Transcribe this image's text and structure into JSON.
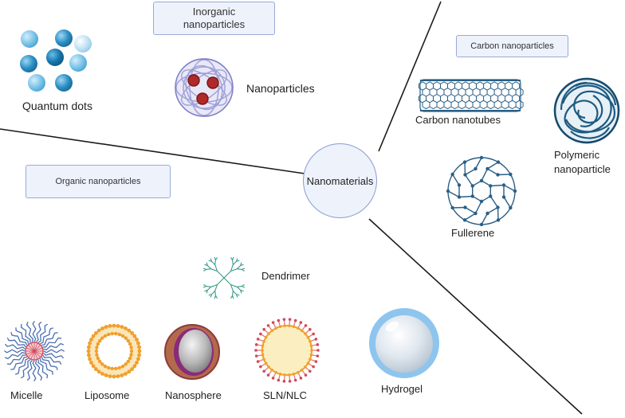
{
  "center": {
    "label": "Nanomaterials"
  },
  "categories": {
    "inorganic": "Inorganic\nnanoparticles",
    "carbon": "Carbon nanoparticles",
    "organic": "Organic nanoparticles"
  },
  "items": {
    "quantum_dots": "Quantum dots",
    "nanoparticles": "Nanoparticles",
    "carbon_nanotubes": "Carbon nanotubes",
    "polymeric_nanoparticle": "Polymeric\nnanoparticle",
    "fullerene": "Fullerene",
    "dendrimer": "Dendrimer",
    "micelle": "Micelle",
    "liposome": "Liposome",
    "nanosphere": "Nanosphere",
    "sln_nlc": "SLN/NLC",
    "hydrogel": "Hydrogel"
  },
  "colors": {
    "line": "#1a1a1a",
    "box_fill": "#eef2fb",
    "box_border": "#9aaad6",
    "quantum_dot": "#2b8fc4",
    "carbon_blue": "#2a5f86",
    "nanoparticle_ring": "#9f9fd8",
    "nanoparticle_core": "#b02a2a",
    "micelle_blue": "#4a6fb0",
    "micelle_red": "#d04a5a",
    "liposome_orange": "#f0a030",
    "nanosphere_shell": "#8b3a3a",
    "nanosphere_inner": "#a5a5a5",
    "dendrimer_teal": "#3a9a8a",
    "hydrogel_blue": "#8ec5ef"
  }
}
